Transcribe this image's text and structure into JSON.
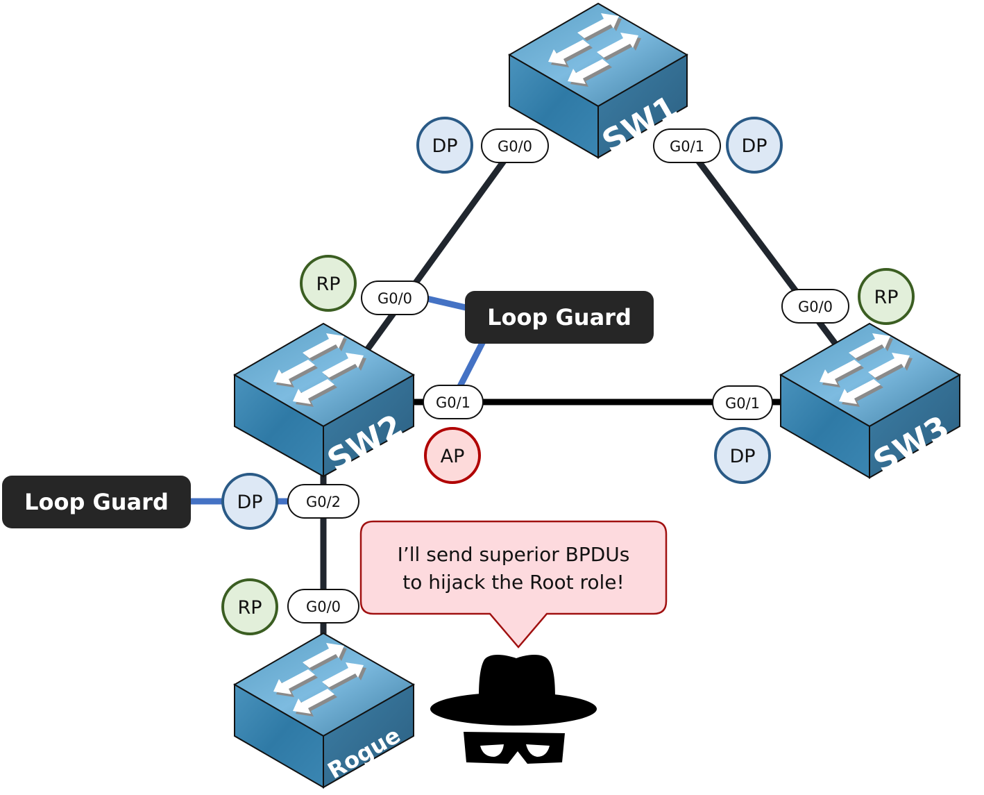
{
  "diagram": {
    "colors": {
      "link": "#20262e",
      "guard_link": "#4472c4",
      "guard_bg": "#262626",
      "dp_fill": "#dde8f5",
      "dp_stroke": "#2a5a86",
      "rp_fill": "#e2efda",
      "rp_stroke": "#3b5e22",
      "ap_fill": "#fddada",
      "ap_stroke": "#b00000",
      "bubble_fill": "#fddade",
      "bubble_stroke": "#a01010"
    },
    "switches": [
      {
        "id": "sw1",
        "label": "SW1"
      },
      {
        "id": "sw2",
        "label": "SW2"
      },
      {
        "id": "sw3",
        "label": "SW3"
      },
      {
        "id": "rogue",
        "label": "Rogue"
      }
    ],
    "ports": {
      "sw1_g00": "G0/0",
      "sw1_g01": "G0/1",
      "sw2_g00": "G0/0",
      "sw2_g01": "G0/1",
      "sw2_g02": "G0/2",
      "sw3_g00": "G0/0",
      "sw3_g01": "G0/1",
      "rogue_g00": "G0/0"
    },
    "roles": {
      "sw1_g00": "DP",
      "sw1_g01": "DP",
      "sw2_g00": "RP",
      "sw2_g01": "AP",
      "sw2_g02": "DP",
      "sw3_g00": "RP",
      "sw3_g01": "DP",
      "rogue_g00": "RP"
    },
    "loop_guard": {
      "upper_label": "Loop Guard",
      "left_label": "Loop Guard"
    },
    "attacker": {
      "icon": "spy-hat-mask-icon",
      "speech_line1": "I’ll send superior BPDUs",
      "speech_line2": "to hijack the Root role!"
    }
  }
}
